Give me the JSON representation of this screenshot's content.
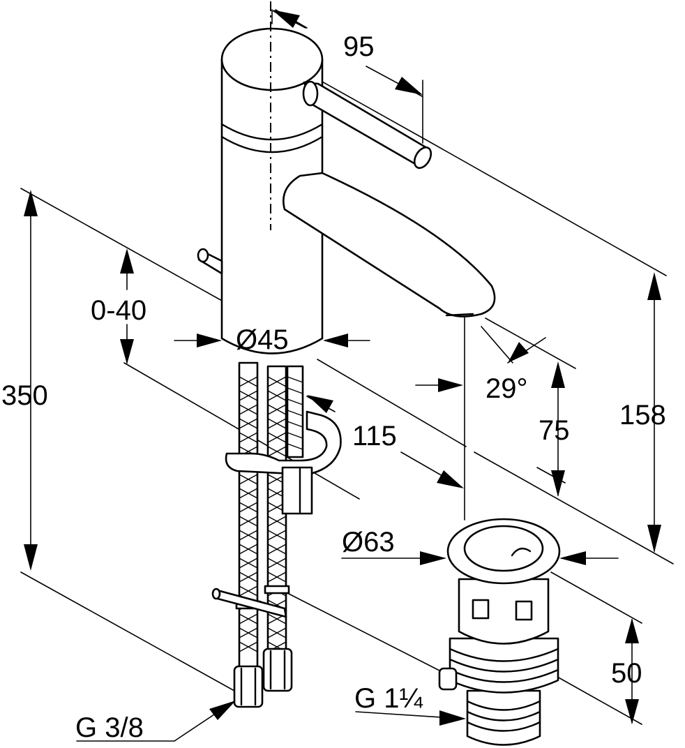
{
  "dimensions": {
    "spout_reach": "95",
    "height_total": "350",
    "adjust_range": "0-40",
    "body_diameter": "Ø45",
    "angle": "29°",
    "depth": "115",
    "outlet_height": "75",
    "height_upper": "158",
    "waste_diameter": "Ø63",
    "waste_height": "50",
    "hose_thread": "G 3/8",
    "waste_thread": "G 1¼"
  }
}
